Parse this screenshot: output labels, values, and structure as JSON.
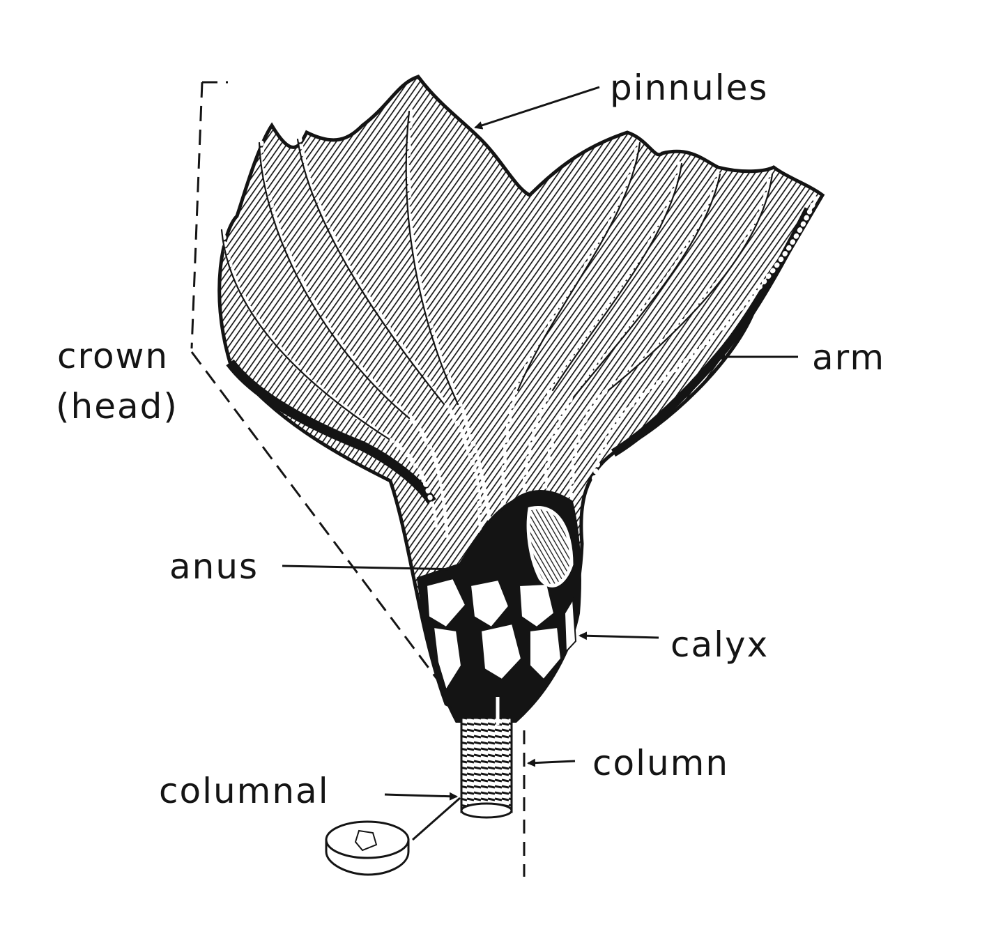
{
  "diagram": {
    "labels": {
      "pinnules": "pinnules",
      "crown_line1": "crown",
      "crown_line2": "(head)",
      "arm": "arm",
      "anus": "anus",
      "calyx": "calyx",
      "column": "column",
      "columnal": "columnal"
    },
    "colors": {
      "ink": "#141414",
      "paper": "#ffffff"
    }
  }
}
